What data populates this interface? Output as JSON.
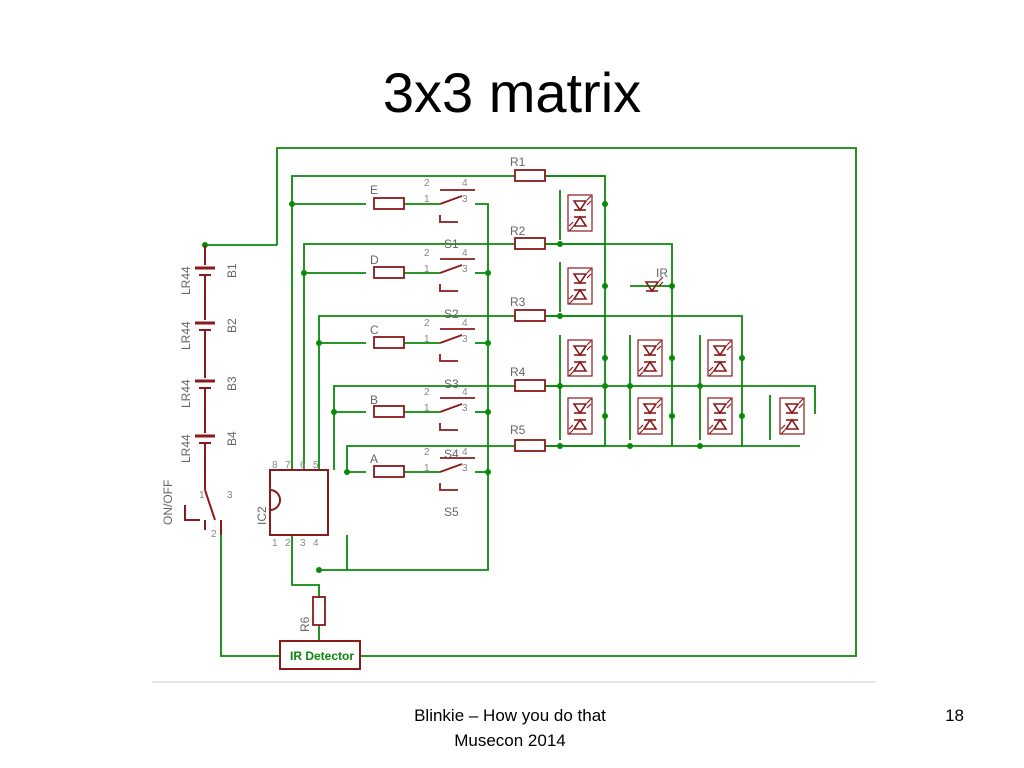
{
  "title": "3x3 matrix",
  "footer": {
    "line1": "Blinkie – How you do that",
    "line2": "Musecon 2014"
  },
  "slide_number": "18",
  "schematic": {
    "colors": {
      "wire": "#0a8a0a",
      "component": "#8b1a1a",
      "label": "#666666"
    },
    "resistors": [
      "R1",
      "R2",
      "R3",
      "R4",
      "R5",
      "R6"
    ],
    "switches": [
      "S1",
      "S2",
      "S3",
      "S4",
      "S5"
    ],
    "switch_inputs": [
      "E",
      "D",
      "C",
      "B",
      "A"
    ],
    "switch_pins": {
      "p1": "1",
      "p2": "2",
      "p3": "3",
      "p4": "4"
    },
    "batteries": [
      "B1",
      "B2",
      "B3",
      "B4"
    ],
    "battery_type": "LR44",
    "power_switch": "ON/OFF",
    "power_switch_pins": [
      "1",
      "2",
      "3"
    ],
    "ic": {
      "name": "IC2",
      "pins_top": [
        "8",
        "7",
        "6",
        "5"
      ],
      "pins_bottom": [
        "1",
        "2",
        "3",
        "4"
      ]
    },
    "ir_led": "IR",
    "ir_detector": "IR Detector"
  }
}
